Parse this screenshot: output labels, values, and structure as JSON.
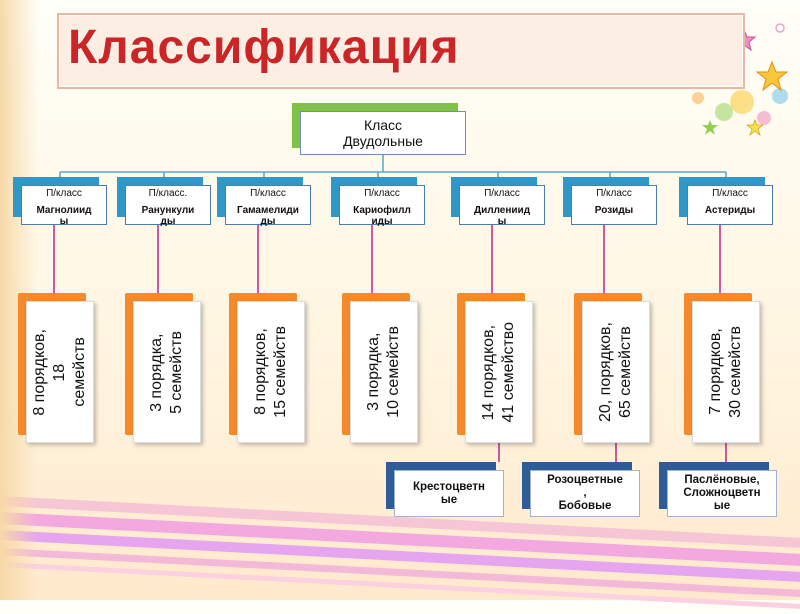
{
  "title": "Классификация",
  "root": {
    "line1": "Класс",
    "line2": "Двудольные"
  },
  "subclasses": [
    {
      "label": "П/класс",
      "name": "Магнолиид\nы",
      "orders": "8 порядков,\n18\nсемейств"
    },
    {
      "label": "П/класс.",
      "name": "Ранункули\nды",
      "orders": "3 порядка,\n5 семейств"
    },
    {
      "label": "П/класс",
      "name": "Гамамелиди\nды",
      "orders": "8 порядков,\n15 семейств"
    },
    {
      "label": "П/класс",
      "name": "Кариофилл\nиды",
      "orders": "3 порядка,\n10 семейств"
    },
    {
      "label": "П/класс",
      "name": "Диллениид\nы",
      "orders": "14 порядков,\n41 семейство"
    },
    {
      "label": "П/класс",
      "name": "Розиды",
      "orders": "20, порядков,\n65 семейств"
    },
    {
      "label": "П/класс",
      "name": "Астериды",
      "orders": "7 порядков,\n30 семейств"
    }
  ],
  "families": [
    {
      "text": "Крестоцветн\nые"
    },
    {
      "text": "Розоцветные\n,\nБобовые"
    },
    {
      "text": "Паслёновые,\nСложноцветн\nые"
    }
  ],
  "colors": {
    "title": "#cb2525",
    "root_accent": "#7fc246",
    "subclass_accent": "#2f98c8",
    "order_accent": "#f48a2a",
    "family_accent": "#2e5c96",
    "connector_blue": "#5ba9cf",
    "connector_magenta": "#c0338f"
  }
}
